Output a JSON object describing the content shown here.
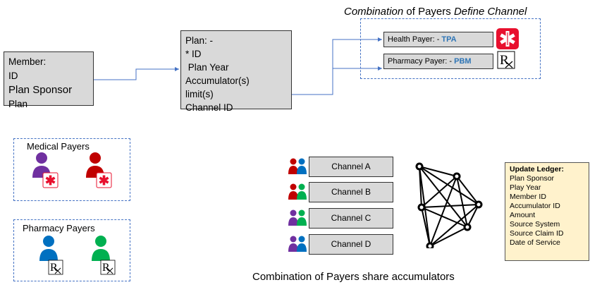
{
  "member": {
    "title": "Member:",
    "id": "ID",
    "sponsor": "Plan Sponsor",
    "plan": "Plan"
  },
  "plan": {
    "title": "Plan: -",
    "id": "* ID",
    "year": " Plan Year",
    "accumulators": "Accumulator(s)",
    "limits": "limit(s)",
    "channel": "Channel ID"
  },
  "combo": {
    "pre": "Combination ",
    "of": "of",
    "mid": " Payers ",
    "post": "Define Channel"
  },
  "health": {
    "label": "Health Payer: - ",
    "code": "TPA"
  },
  "pharmacy": {
    "label": "Pharmacy Payer: - ",
    "code": "PBM"
  },
  "medical_group": {
    "label": "Medical Payers"
  },
  "pharmacy_group": {
    "label": "Pharmacy Payers"
  },
  "channels": [
    "Channel A",
    "Channel B",
    "Channel C",
    "Channel D"
  ],
  "ledger": {
    "title": "Update Ledger:",
    "items": [
      "Plan Sponsor",
      "Play Year",
      "Member ID",
      "Accumulator ID",
      "Amount",
      "Source System",
      "Source Claim ID",
      "Date of Service"
    ]
  },
  "caption": "Combination of Payers share accumulators",
  "colors": {
    "purple": "#7030a0",
    "red": "#c00000",
    "blue": "#0070c0",
    "green": "#00b050",
    "medical_red": "#e8102e",
    "connector": "#4472c4"
  },
  "icons": [
    "person-icon",
    "medical-star-icon",
    "rx-icon"
  ]
}
